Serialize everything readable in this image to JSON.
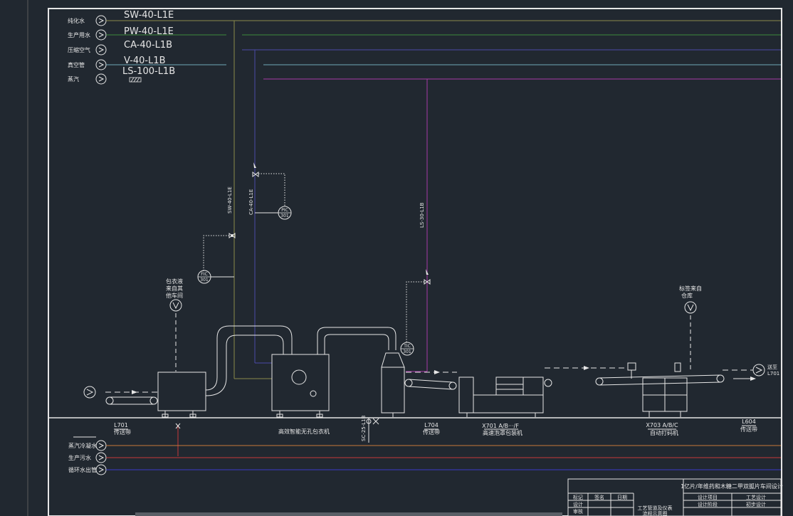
{
  "colors": {
    "background": "#212830",
    "frame": "#e6e6e6",
    "sw_line": "#8a8a4a",
    "pw_line": "#3d8a3d",
    "ca_line": "#4a4aa8",
    "v_line": "#6fa8b8",
    "ls_line": "#a83aa8",
    "red_line": "#c83a3a",
    "orange_line": "#c8783a",
    "blue_line": "#3a3ac8"
  },
  "utility_lines": [
    {
      "label": "纯化水",
      "code": "SW-40-L1E"
    },
    {
      "label": "生产用水",
      "code": "PW-40-L1E"
    },
    {
      "label": "压缩空气",
      "code": "CA-40-L1B"
    },
    {
      "label": "真空管",
      "code": "V-40-L1B"
    },
    {
      "label": "蒸汽",
      "code": "LS-100-L1B"
    }
  ],
  "bottom_lines": [
    {
      "label": "蒸汽冷凝水"
    },
    {
      "label": "生产污水"
    },
    {
      "label": "循环水出管"
    }
  ],
  "vertical_labels": {
    "sw": "SW-40-L1E",
    "ca": "CA-40-L1E",
    "ls": "LS-30-L1B",
    "sc": "SC-25-L1B"
  },
  "instruments": {
    "fic": {
      "tag": "FIC",
      "num": "301"
    },
    "pic": {
      "tag": "PIC",
      "num": "301"
    },
    "tic": {
      "tag": "TIC",
      "num": "301"
    }
  },
  "notes": {
    "feed_from": [
      "包衣液",
      "来自其",
      "他车间"
    ],
    "label_from": [
      "标签来自",
      "仓库"
    ],
    "send_to": [
      "送至",
      "L701"
    ]
  },
  "equipment": [
    {
      "code": "L701",
      "name": "传送带"
    },
    {
      "code": "",
      "name": "高效智能无孔包衣机"
    },
    {
      "code": "L704",
      "name": "传送带"
    },
    {
      "code": "X701 A/B···/F",
      "name": "高速泡罩包装机"
    },
    {
      "code": "X703 A/B/C",
      "name": "自动打码机"
    },
    {
      "code": "L604",
      "name": "传送带"
    }
  ],
  "title_block": {
    "project": "1亿片/年维药和木糖二甲双胍片车间设计",
    "rows": [
      "设计项目",
      "工艺设计"
    ],
    "rows2": [
      "设计阶段",
      "初步设计"
    ],
    "cols": [
      "标记",
      "签名",
      "日期"
    ],
    "side": [
      "设计",
      "审核"
    ],
    "drawing": "工艺管道及仪表",
    "drawing2": "流程示意图"
  }
}
